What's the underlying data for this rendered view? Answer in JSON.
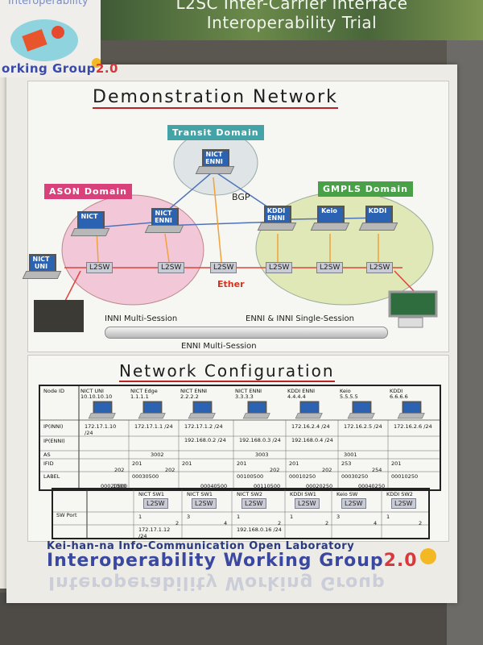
{
  "banner": {
    "line1": "L2SC Inter-Carrier Interface",
    "line2": "Interoperability Trial"
  },
  "top_logo": {
    "cut_text": "Interoperability",
    "working": "orking Group",
    "version": "2.0"
  },
  "demo": {
    "title": "Demonstration Network",
    "domains": {
      "transit": "Transit Domain",
      "ason": "ASON Domain",
      "gmpls": "GMPLS Domain"
    },
    "labels": {
      "bgp": "BGP",
      "ether": "Ether",
      "inni_multi": "INNI  Multi-Session",
      "enni_inni_single": "ENNI & INNI  Single-Session",
      "enni_multi": "ENNI  Multi-Session"
    },
    "nodes": {
      "transit_enni": "NICT ENNI",
      "nict": "NICT",
      "ason_enni": "NICT ENNI",
      "nict_uni": "NICT UNI",
      "kddi_enni": "KDDI ENNI",
      "keio": "Keio",
      "kddi": "KDDI"
    },
    "switch_label": "L2SW"
  },
  "config": {
    "title": "Network Configuration",
    "row_headers": [
      "Node ID",
      "IP(INNI)",
      "IP(ENNI)",
      "AS",
      "IFID",
      "LABEL"
    ],
    "columns": [
      {
        "name": "NICT UNI",
        "id": "10.10.10.10",
        "ip_inni": "172.17.1.10 /24",
        "ip_enni": "",
        "as": "",
        "ifid": "",
        "label": "00020500"
      },
      {
        "name": "NICT Edge",
        "id": "1.1.1.1",
        "ip_inni": "172.17.1.1 /24",
        "ip_enni": "",
        "as": "3002",
        "ifid": "201",
        "label": "00030500"
      },
      {
        "name": "NICT ENNI",
        "id": "2.2.2.2",
        "ip_inni": "172.17.1.2 /24",
        "ip_enni": "192.168.0.2 /24",
        "as": "",
        "ifid": "201",
        "label": "00040500"
      },
      {
        "name": "NICT ENNI",
        "id": "3.3.3.3",
        "ip_inni": "",
        "ip_enni": "192.168.0.3 /24",
        "as": "3003",
        "ifid": "201",
        "label": "00100500"
      },
      {
        "name": "KDDI ENNI",
        "id": "4.4.4.4",
        "ip_inni": "172.16.2.4 /24",
        "ip_enni": "192.168.0.4 /24",
        "as": "",
        "ifid": "201",
        "label": "00010250"
      },
      {
        "name": "Keio",
        "id": "5.5.5.5",
        "ip_inni": "172.16.2.5 /24",
        "ip_enni": "",
        "as": "3001",
        "ifid": "253",
        "label": "00030250"
      },
      {
        "name": "KDDI",
        "id": "6.6.6.6",
        "ip_inni": "172.16.2.6 /24",
        "ip_enni": "",
        "as": "",
        "ifid": "201",
        "label": "00010250"
      }
    ],
    "extra_values": [
      "1000",
      "202",
      "202",
      "202",
      "202",
      "254",
      "00110500",
      "00020250",
      "00040250"
    ],
    "switch_row_header": "SW Port",
    "switches": [
      {
        "name": "NICT SW1",
        "ports": [
          "1",
          "2"
        ],
        "ip": "172.17.1.12 /24"
      },
      {
        "name": "NICT SW1",
        "ports": [
          "3",
          "4"
        ],
        "ip": ""
      },
      {
        "name": "NICT SW2",
        "ports": [
          "1",
          "2"
        ],
        "ip": "192.168.0.16 /24"
      },
      {
        "name": "KDDI SW1",
        "ports": [
          "1",
          "2"
        ],
        "ip": ""
      },
      {
        "name": "Keio SW",
        "ports": [
          "3",
          "4"
        ],
        "ip": ""
      },
      {
        "name": "KDDI SW2",
        "ports": [
          "1",
          "2"
        ],
        "ip": ""
      }
    ]
  },
  "footer": {
    "subtitle": "Kei-han-na Info-Communication Open Laboratory",
    "main": "Interoperability Working Group",
    "version": "2.0"
  },
  "colors": {
    "transit": "#43a3a7",
    "ason": "#d8417a",
    "gmpls": "#48a047",
    "accent_red": "#d0341f",
    "logo_blue": "#3a48a2"
  }
}
